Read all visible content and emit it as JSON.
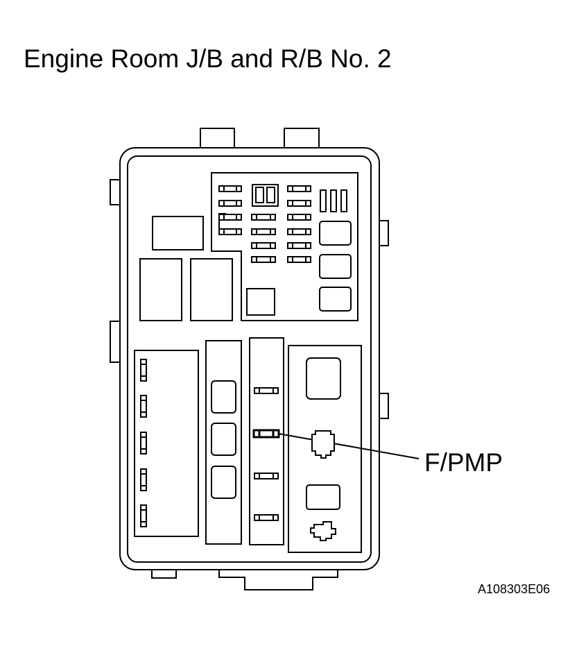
{
  "title": "Engine Room J/B and R/B No. 2",
  "callouts": [
    {
      "label": "F/PMP"
    }
  ],
  "figure_id": "A108303E06",
  "colors": {
    "line": "#000000",
    "background": "#ffffff"
  }
}
